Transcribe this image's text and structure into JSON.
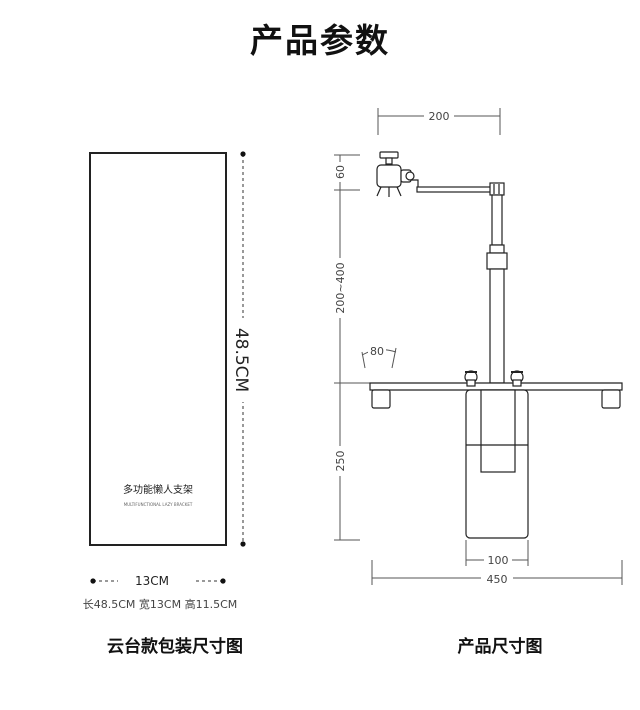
{
  "title": "产品参数",
  "package": {
    "box_name": "多功能懒人支架",
    "box_subtitle": "MULTIFUNCTIONAL LAZY BRACKET",
    "height_label": "48.5CM",
    "width_label": "13CM",
    "dimensions_text": "长48.5CM 宽13CM 高11.5CM",
    "caption": "云台款包装尺寸图"
  },
  "product": {
    "caption": "产品尺寸图",
    "dims": {
      "top_width": "200",
      "head_height": "60",
      "pole_range": "200~400",
      "angle": "80",
      "base_height": "250",
      "base_width": "100",
      "total_width": "450"
    }
  }
}
